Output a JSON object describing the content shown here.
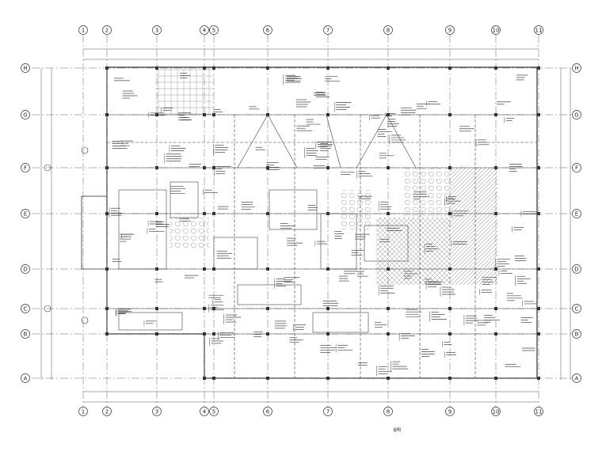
{
  "drawing": {
    "grid_x_labels": [
      "1",
      "2",
      "3",
      "4",
      "5",
      "6",
      "7",
      "8",
      "9",
      "10",
      "11"
    ],
    "grid_y_labels": [
      "A",
      "B",
      "C",
      "D",
      "E",
      "F",
      "G",
      "H"
    ],
    "caption": "说明",
    "colors": {
      "line": "#333333",
      "grid": "#555555",
      "hatch": "#777777",
      "paper": "#ffffff"
    }
  }
}
